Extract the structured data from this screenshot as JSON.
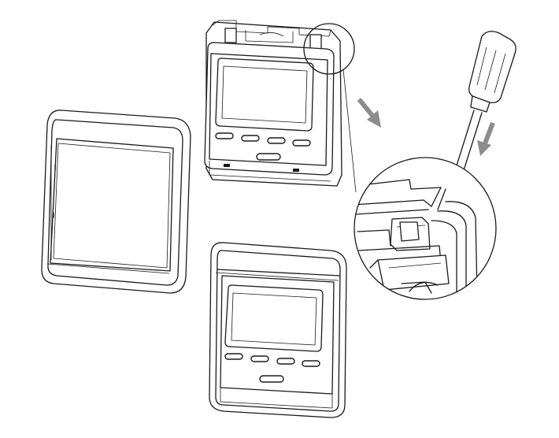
{
  "diagram": {
    "description_free": true,
    "colors": {
      "line": "#1a1a1a",
      "arrow": "#8c8c8c",
      "background": "#ffffff"
    },
    "icons": [
      "cover-frame",
      "thermostat-module",
      "screwdriver",
      "arrow-down",
      "detail-magnifier",
      "assembled-thermostat"
    ]
  }
}
